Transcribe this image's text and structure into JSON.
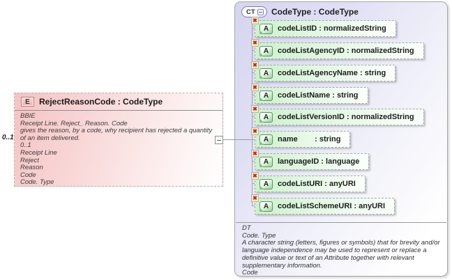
{
  "diagram": {
    "element": {
      "icon_label": "E",
      "title": "RejectReasonCode : CodeType",
      "multiplicity": "0..1",
      "annotations": [
        "BBIE",
        "Receipt Line. Reject_ Reason. Code",
        "gives the reason, by a code, why recipient has rejected a quantity of an item delivered.",
        "0..1",
        "Receipt Line",
        "Reject",
        "Reason",
        "Code",
        "Code. Type"
      ]
    },
    "codetype": {
      "icon_label": "CT",
      "title": "CodeType : CodeType",
      "attributes": [
        {
          "icon_label": "A",
          "label": "codeListID : normalizedString"
        },
        {
          "icon_label": "A",
          "label": "codeListAgencyID : normalizedString"
        },
        {
          "icon_label": "A",
          "label": "codeListAgencyName : string"
        },
        {
          "icon_label": "A",
          "label": "codeListName : string"
        },
        {
          "icon_label": "A",
          "label": "codeListVersionID : normalizedString"
        },
        {
          "icon_label": "A",
          "label": "name        : string"
        },
        {
          "icon_label": "A",
          "label": "languageID : language"
        },
        {
          "icon_label": "A",
          "label": "codeListURI : anyURI"
        },
        {
          "icon_label": "A",
          "label": "codeListSchemeURI : anyURI"
        }
      ],
      "annotations": [
        "DT",
        "Code. Type",
        "A character string (letters, figures or symbols) that for brevity and/or language independence may be used to represent or replace a definitive value or text of an Attribute together with relevant supplementary information.",
        "Code"
      ]
    },
    "colors": {
      "element_fill": "#f5c3c3",
      "codetype_fill": "#d5d5f0",
      "attribute_fill": "#ccf1cc",
      "attribute_icon_border": "#5f8f5f",
      "prohibited_x": "#c3271b",
      "ct_pill_border": "#7a7ac1",
      "element_icon_fill": "#f3acac"
    }
  }
}
